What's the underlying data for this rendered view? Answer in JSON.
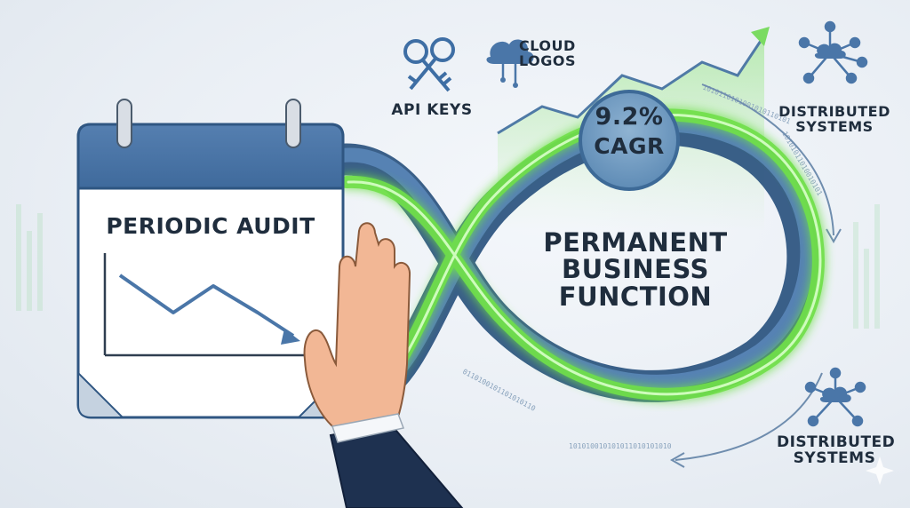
{
  "calendar": {
    "title": "PERIODIC AUDIT"
  },
  "center": {
    "lines": [
      "PERMANENT",
      "BUSINESS",
      "FUNCTION"
    ]
  },
  "badge": {
    "value": "9.2%",
    "label": "CAGR"
  },
  "icons": {
    "api_keys": {
      "label": "API KEYS",
      "icon": "keys-icon"
    },
    "cloud_logos": {
      "lines": [
        "CLOUD",
        "LOGOS"
      ],
      "icon": "cloud-network-icon"
    },
    "distributed_top": {
      "lines": [
        "DISTRIBUTED",
        "SYSTEMS"
      ],
      "icon": "network-nodes-icon"
    },
    "distributed_bottom": {
      "lines": [
        "DISTRIBUTED",
        "SYSTEMS"
      ],
      "icon": "network-nodes-icon"
    }
  },
  "colors": {
    "blue": "#4a76a8",
    "dark_blue": "#2f5682",
    "green": "#6fe04a",
    "text": "#1f2d3d"
  }
}
